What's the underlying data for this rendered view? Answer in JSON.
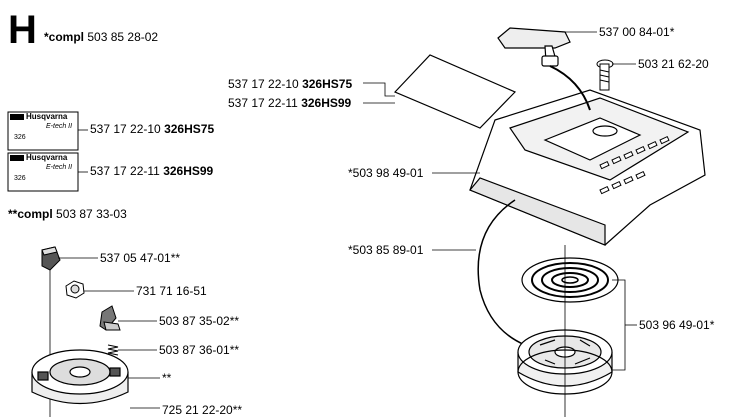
{
  "header": {
    "section_letter": "H",
    "compl_prefix": "*compl",
    "compl_number": "503 85 28-02"
  },
  "sub_assembly": {
    "compl_prefix": "**compl",
    "compl_number": "503 87 33-03"
  },
  "decals": [
    {
      "brand": "Husqvarna",
      "line": "E-tech II",
      "model_small": "326",
      "part": "537 17 22-10",
      "model": "326HS75"
    },
    {
      "brand": "Husqvarna",
      "line": "E-tech II",
      "model_small": "326",
      "part": "537 17 22-11",
      "model": "326HS99"
    }
  ],
  "parts": {
    "handle": "537 00 84-01*",
    "screw": "503 21 62-20",
    "decal_a": "537 17 22-10",
    "decal_a_model": "326HS75",
    "decal_b": "537 17 22-11",
    "decal_b_model": "326HS99",
    "cover": "*503 98 49-01",
    "cord": "*503 85 89-01",
    "spring": "503 96 49-01*",
    "pawl_cap": "537 05 47-01**",
    "nut": "731 71 16-51",
    "pawl": "503 87 35-02**",
    "spring_small": "503 87 36-01**",
    "hub_marker": "**",
    "bottom_cut": "725 21 22-20**"
  }
}
